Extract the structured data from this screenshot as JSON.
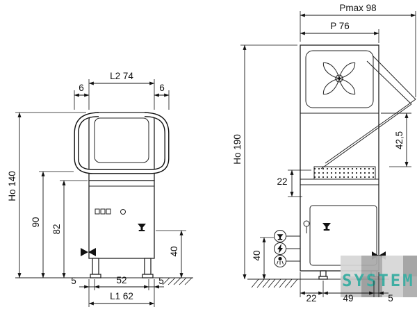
{
  "front_view": {
    "l2": "L2 74",
    "six_left": "6",
    "six_right": "6",
    "ho": "Ho 140",
    "h90": "90",
    "h82": "82",
    "h40": "40",
    "b5l": "5",
    "b52": "52",
    "b5r": "5",
    "l1": "L1 62"
  },
  "side_view": {
    "pmax": "Pmax 98",
    "p": "P 76",
    "ho": "Ho 190",
    "d425": "42,5",
    "d22": "22",
    "h40": "40",
    "b22": "22",
    "b49": "49",
    "b5": "5"
  },
  "watermark": {
    "text": "SYSTEM",
    "teal": "#2fa89c"
  }
}
